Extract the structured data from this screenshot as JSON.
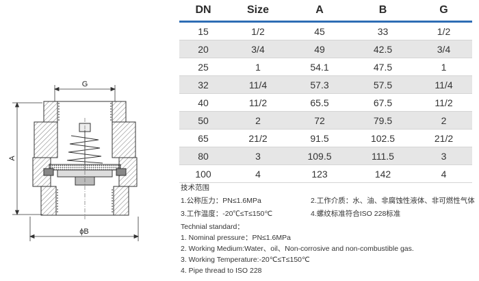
{
  "drawing": {
    "label_g": "G",
    "label_a": "A",
    "label_b": "ϕB"
  },
  "table": {
    "headers": [
      "DN",
      "Size",
      "A",
      "B",
      "G"
    ],
    "rows": [
      [
        "15",
        "1/2",
        "45",
        "33",
        "1/2"
      ],
      [
        "20",
        "3/4",
        "49",
        "42.5",
        "3/4"
      ],
      [
        "25",
        "1",
        "54.1",
        "47.5",
        "1"
      ],
      [
        "32",
        "11/4",
        "57.3",
        "57.5",
        "11/4"
      ],
      [
        "40",
        "11/2",
        "65.5",
        "67.5",
        "11/2"
      ],
      [
        "50",
        "2",
        "72",
        "79.5",
        "2"
      ],
      [
        "65",
        "21/2",
        "91.5",
        "102.5",
        "21/2"
      ],
      [
        "80",
        "3",
        "109.5",
        "111.5",
        "3"
      ],
      [
        "100",
        "4",
        "123",
        "142",
        "4"
      ]
    ]
  },
  "notes": {
    "cn_title": "技术范围",
    "cn_1": "1.公称压力：PN≤1.6MPa",
    "cn_2": "2.工作介质：水、油、非腐蚀性液体、非可燃性气体",
    "cn_3": "3.工作温度：-20℃≤T≤150℃",
    "cn_4": "4.螺纹标准符合ISO 228标准",
    "en_title": "Technial standard：",
    "en_1": "1. Nominal pressure：PN≤1.6MPa",
    "en_2": "2. Working Medium:Water、oil、Non-corrosive and non-combustible gas.",
    "en_3": "3. Working Temperature:-20℃≤T≤150℃",
    "en_4": "4. Pipe thread to ISO 228"
  }
}
